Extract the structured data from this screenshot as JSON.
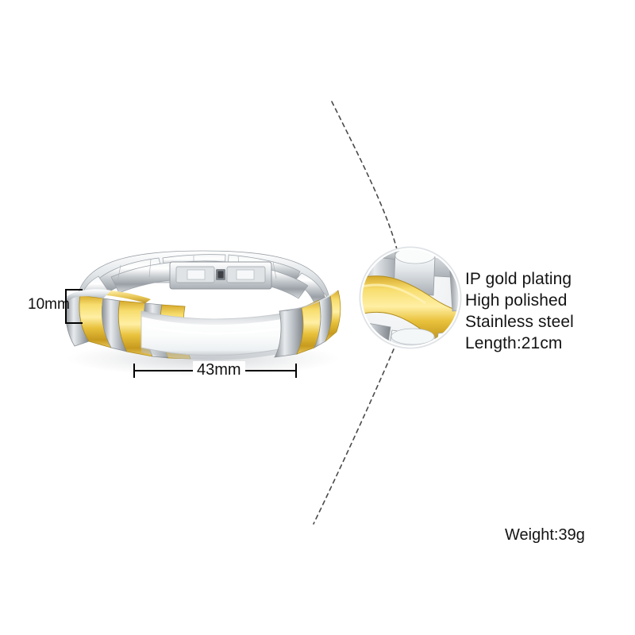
{
  "product": {
    "type": "two-tone stainless steel ID bracelet",
    "finish_tones": [
      "silver",
      "gold"
    ]
  },
  "dimensions": {
    "width_label": "10mm",
    "length_label": "43mm"
  },
  "features": {
    "lines": [
      "IP gold plating",
      "High polished",
      "Stainless steel",
      "Length:21cm"
    ]
  },
  "weight": {
    "label": "Weight:39g"
  },
  "colors": {
    "background": "#ffffff",
    "gold_dark": "#c99a22",
    "gold_mid": "#efc63f",
    "gold_light": "#ffef9e",
    "silver_dark": "#8d9196",
    "silver_mid": "#c9ced3",
    "silver_light": "#ffffff",
    "text": "#141414",
    "callout_line": "#4a4a4a"
  },
  "callout": {
    "magnifier_label": "magnified-link-detail",
    "leader_style": "dashed-arc"
  }
}
